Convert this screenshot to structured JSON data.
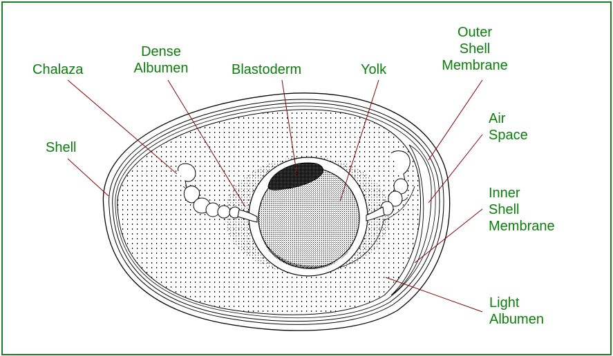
{
  "diagram": {
    "title": "",
    "colors": {
      "frame": "#1b7d1b",
      "label_text": "#0a7d0a",
      "leader_line": "#800000",
      "outline": "#000000",
      "background": "#ffffff"
    },
    "labels": {
      "chalaza": {
        "lines": [
          "Chalaza"
        ]
      },
      "dense_albumen": {
        "lines": [
          "Dense",
          "Albumen"
        ]
      },
      "blastoderm": {
        "lines": [
          "Blastoderm"
        ]
      },
      "yolk": {
        "lines": [
          "Yolk"
        ]
      },
      "outer_shell_membrane": {
        "lines": [
          "Outer",
          "Shell",
          "Membrane"
        ]
      },
      "shell": {
        "lines": [
          "Shell"
        ]
      },
      "air_space": {
        "lines": [
          "Air",
          "Space"
        ]
      },
      "inner_shell_membrane": {
        "lines": [
          "Inner",
          "Shell",
          "Membrane"
        ]
      },
      "light_albumen": {
        "lines": [
          "Light",
          "Albumen"
        ]
      }
    }
  }
}
